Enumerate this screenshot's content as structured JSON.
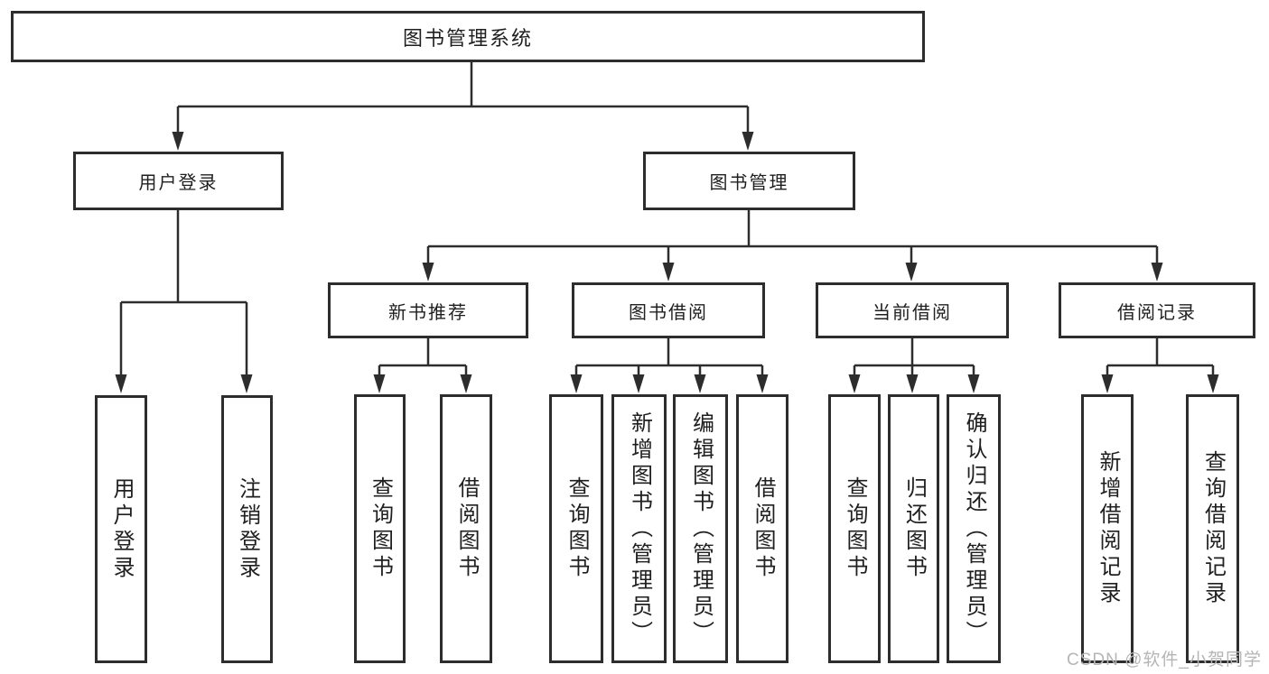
{
  "diagram": {
    "nodes": {
      "root": "图书管理系统",
      "user_login": "用户登录",
      "book_mgmt": "图书管理",
      "new_rec": "新书推荐",
      "borrowing": "图书借阅",
      "current": "当前借阅",
      "records": "借阅记录",
      "ul_login": "用户登录",
      "ul_logout": "注销登录",
      "nr_query": "查询图书",
      "nr_borrow": "借阅图书",
      "bb_query": "查询图书",
      "bb_add": "新增图书（管理员）",
      "bb_edit": "编辑图书（管理员）",
      "bb_borrow": "借阅图书",
      "cb_query": "查询图书",
      "cb_return": "归还图书",
      "cb_confirm": "确认归还（管理员）",
      "br_add": "新增借阅记录",
      "br_query": "查询借阅记录"
    }
  },
  "watermark": {
    "text": "CSDN @软件_小贺同学",
    "color": "#b5b5b5"
  },
  "colors": {
    "line": "#2d2d2d",
    "box_border": "#2d2d2d",
    "box_fill": "#ffffff",
    "text": "#1f1f1f",
    "background": "#ffffff"
  }
}
